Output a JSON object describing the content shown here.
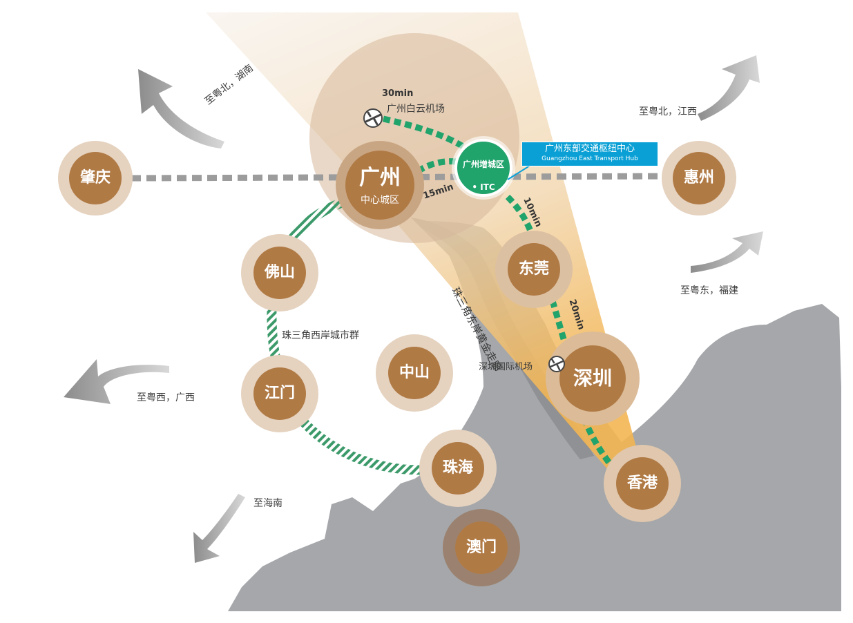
{
  "cities": {
    "guangzhou": {
      "name": "广州",
      "sub": "中心城区"
    },
    "zhaoqing": {
      "name": "肇庆"
    },
    "huizhou": {
      "name": "惠州"
    },
    "foshan": {
      "name": "佛山"
    },
    "dongguan": {
      "name": "东莞"
    },
    "jiangmen": {
      "name": "江门"
    },
    "zhongshan": {
      "name": "中山"
    },
    "shenzhen": {
      "name": "深圳"
    },
    "zhuhai": {
      "name": "珠海"
    },
    "hongkong": {
      "name": "香港"
    },
    "macau": {
      "name": "澳门"
    }
  },
  "itc": {
    "district": "广州增城区",
    "code": "• ITC",
    "title_zh": "广州东部交通枢纽中心",
    "title_en": "Guangzhou East Transport Hub"
  },
  "airports": {
    "baiyun": "广州白云机场",
    "shenzhen": "深圳国际机场"
  },
  "travel_times": {
    "baiyun": "30min",
    "guangzhou": "15min",
    "dongguan": "10min",
    "shenzhen": "20min"
  },
  "corridors": {
    "east": "珠三角东岸黄金走廊",
    "west": "珠三角西岸城市群"
  },
  "directions": {
    "northwest": "至粤北，湖南",
    "northeast": "至粤北，江西",
    "east": "至粤东，福建",
    "west": "至粤西，广西",
    "south": "至海南"
  },
  "colors": {
    "city_fill": "#b07a45",
    "city_halo": "#e5d2bf",
    "green": "#21a36c",
    "itc_box": "#0aa0d6",
    "land": "#a5a7aa",
    "arrow_gray": "#9a9a9a"
  },
  "icons": [
    "airplane-icon",
    "arrow-icon"
  ]
}
